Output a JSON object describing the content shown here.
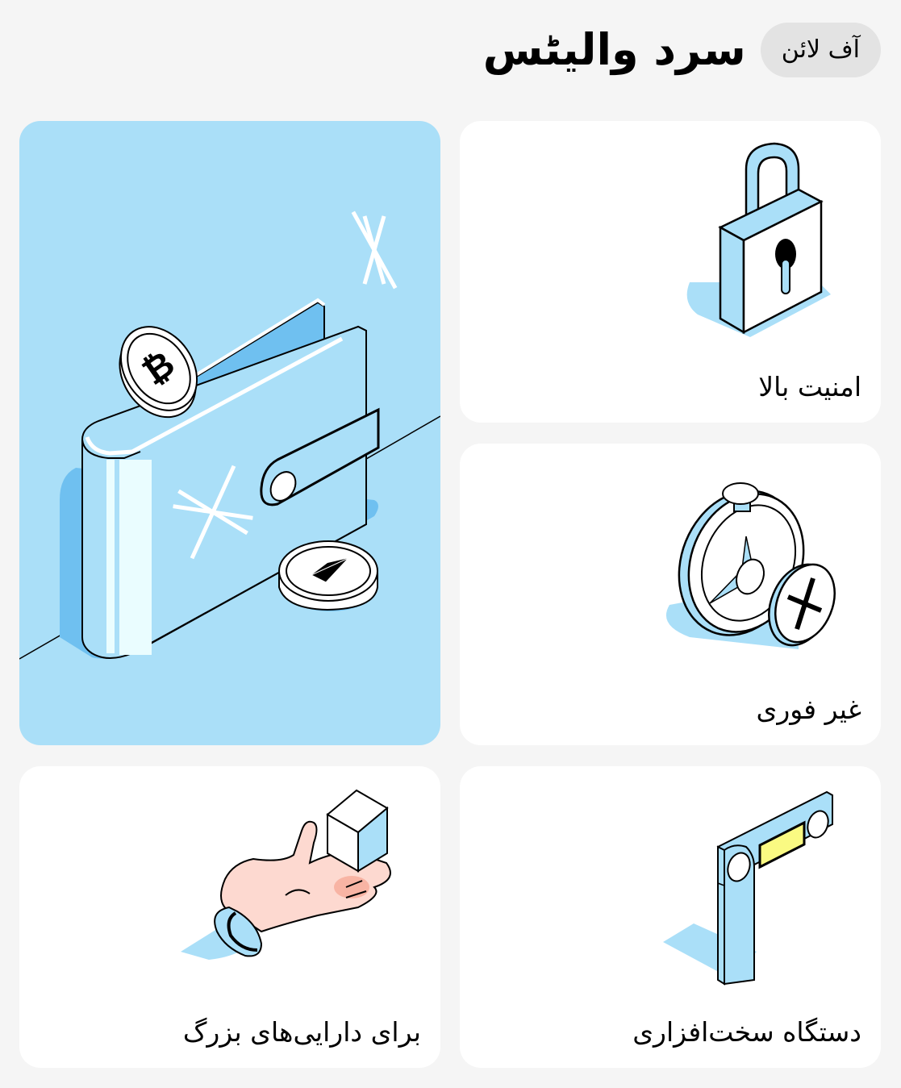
{
  "header": {
    "title": "سرد والیٹس",
    "badge": "آف لائن"
  },
  "cards": [
    {
      "id": "wallet-hero",
      "label": "",
      "illustration": "cold-wallet-icon"
    },
    {
      "id": "high-security",
      "label": "امنیت بالا",
      "illustration": "padlock-icon"
    },
    {
      "id": "not-instant",
      "label": "غیر فوری",
      "illustration": "stopwatch-cross-icon"
    },
    {
      "id": "hardware-device",
      "label": "دستگاه سخت‌افزاری",
      "illustration": "hardware-wallet-icon"
    },
    {
      "id": "large-assets",
      "label": "برای دارایی‌های بزرگ",
      "illustration": "hand-holding-cube-icon"
    }
  ],
  "colors": {
    "page_bg": "#f5f5f5",
    "card_bg": "#ffffff",
    "hero_bg": "#aadff8",
    "accent_blue": "#6fc0f0",
    "light_blue": "#aadff8",
    "badge_bg": "#e3e3e3",
    "screen_yellow": "#fafa82",
    "skin": "#fdd9d0",
    "skin_shade": "#f8b4a4"
  }
}
